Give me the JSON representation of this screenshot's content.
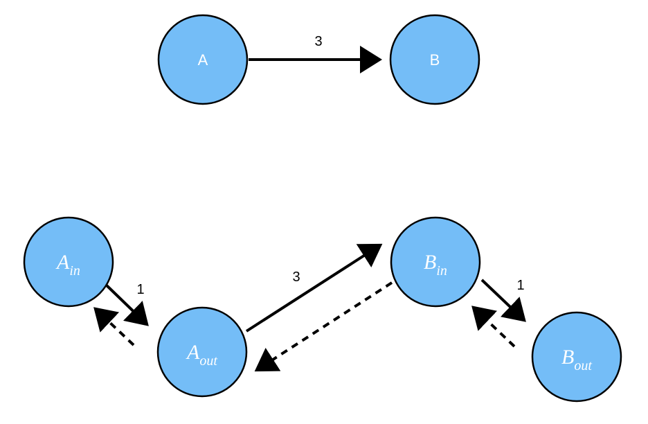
{
  "diagram": {
    "top": {
      "node_a": "A",
      "node_b": "B",
      "edge_ab_weight": "3"
    },
    "bottom": {
      "a_in": {
        "main": "A",
        "sub": "in"
      },
      "a_out": {
        "main": "A",
        "sub": "out"
      },
      "b_in": {
        "main": "B",
        "sub": "in"
      },
      "b_out": {
        "main": "B",
        "sub": "out"
      },
      "edge_ain_aout_weight": "1",
      "edge_aout_bin_weight": "3",
      "edge_bin_bout_weight": "1"
    }
  },
  "colors": {
    "node_fill": "#74bdf7",
    "stroke": "#000000",
    "text_on_node": "#ffffff"
  }
}
